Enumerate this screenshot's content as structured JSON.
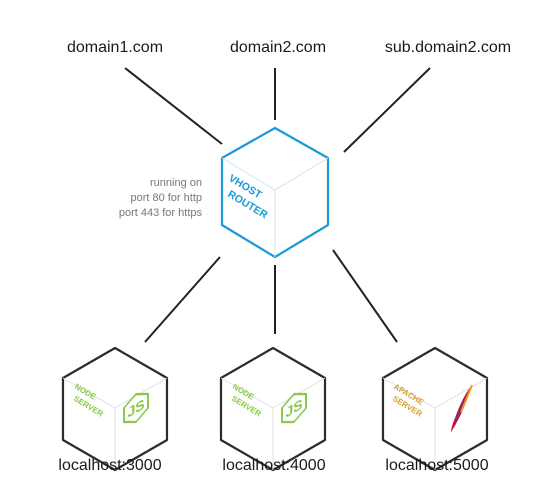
{
  "domains": [
    "domain1.com",
    "domain2.com",
    "sub.domain2.com"
  ],
  "router": {
    "line1": "VHOST",
    "line2": "ROUTER",
    "note": [
      "running on",
      "port 80 for http",
      "port 443 for https"
    ]
  },
  "servers": [
    {
      "line1": "NODE",
      "line2": "SERVER",
      "label": "localhost:3000",
      "icon": "nodejs-icon"
    },
    {
      "line1": "NODE",
      "line2": "SERVER",
      "label": "localhost:4000",
      "icon": "nodejs-icon"
    },
    {
      "line1": "APACHE",
      "line2": "SERVER",
      "label": "localhost:5000",
      "icon": "apache-feather-icon"
    }
  ],
  "colors": {
    "router": "#1a9ad9",
    "node": "#8cc84b",
    "apache": "#d6a12a",
    "cube_outline": "#2b2b2b",
    "connector": "#222222"
  }
}
